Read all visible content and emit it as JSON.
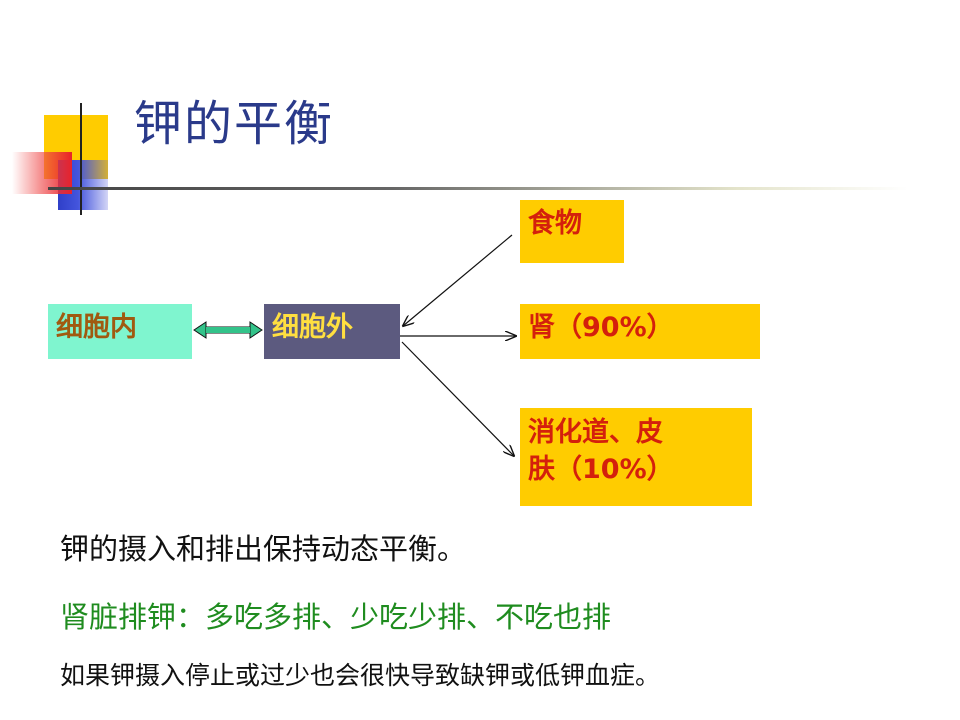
{
  "slide": {
    "title": "钾的平衡",
    "boxes": {
      "intracellular": "细胞内",
      "extracellular": "细胞外",
      "food": "食物",
      "kidney": "肾（90%）",
      "gi_line1": "消化道、皮",
      "gi_line2": "肤（10%）"
    },
    "text": {
      "line1": "钾的摄入和排出保持动态平衡。",
      "line2": "肾脏排钾：多吃多排、少吃少排、不吃也排",
      "line3": "如果钾摄入停止或过少也会很快导致缺钾或低钾血症。"
    },
    "colors": {
      "title": "#2a3a8a",
      "intracellular_bg": "#7ff5cf",
      "extracellular_bg": "#5c5a7f",
      "output_bg": "#ffcc00",
      "output_text": "#d4200c",
      "green_text": "#1f8c1f",
      "double_arrow": "#33c38a"
    }
  }
}
